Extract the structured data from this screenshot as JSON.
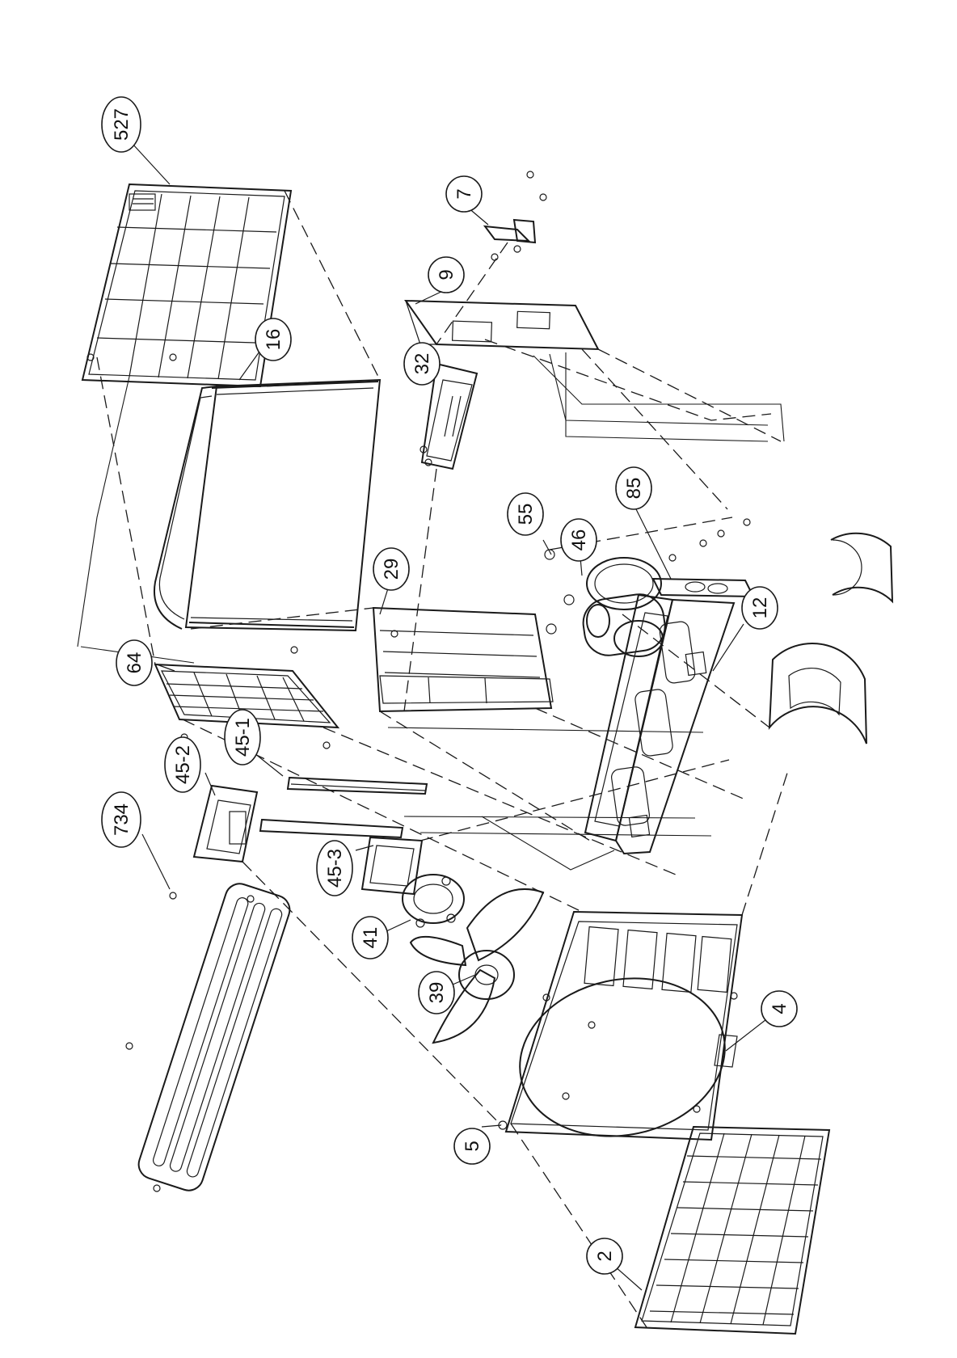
{
  "diagram": {
    "callouts": [
      {
        "id": "c527",
        "label": "527"
      },
      {
        "id": "c7",
        "label": "7"
      },
      {
        "id": "c9",
        "label": "9"
      },
      {
        "id": "c16",
        "label": "16"
      },
      {
        "id": "c32",
        "label": "32"
      },
      {
        "id": "c55",
        "label": "55"
      },
      {
        "id": "c46",
        "label": "46"
      },
      {
        "id": "c85",
        "label": "85"
      },
      {
        "id": "c29",
        "label": "29"
      },
      {
        "id": "c12",
        "label": "12"
      },
      {
        "id": "c64",
        "label": "64"
      },
      {
        "id": "c45_2",
        "label": "45-2"
      },
      {
        "id": "c45_1",
        "label": "45-1"
      },
      {
        "id": "c734",
        "label": "734"
      },
      {
        "id": "c45_3",
        "label": "45-3"
      },
      {
        "id": "c41",
        "label": "41"
      },
      {
        "id": "c39",
        "label": "39"
      },
      {
        "id": "c4",
        "label": "4"
      },
      {
        "id": "c5",
        "label": "5"
      },
      {
        "id": "c2",
        "label": "2"
      }
    ]
  }
}
